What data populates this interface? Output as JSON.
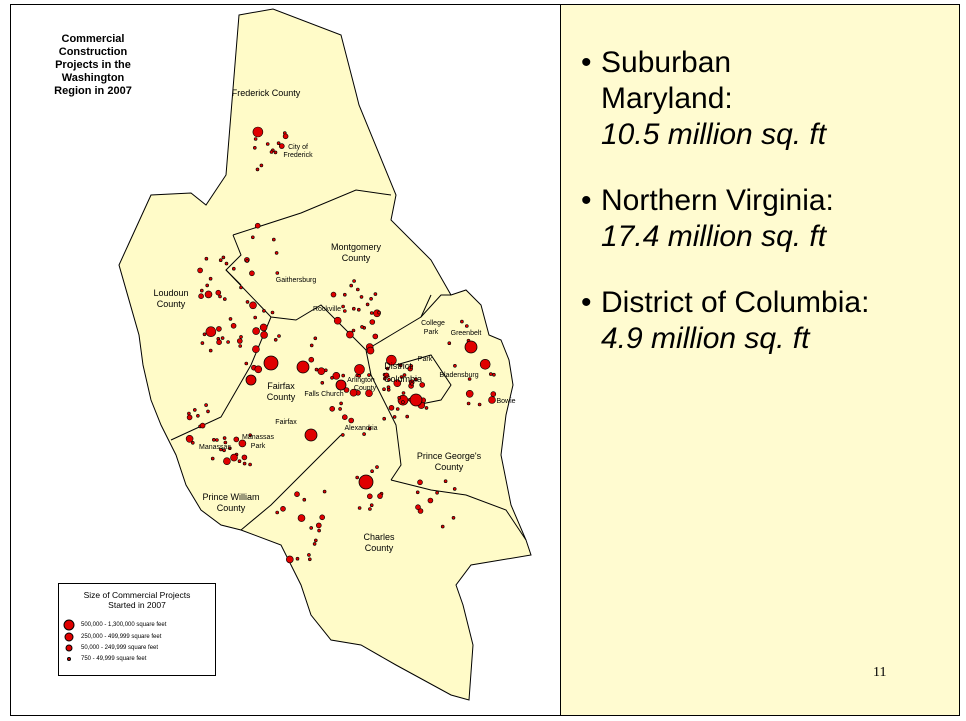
{
  "map": {
    "title_lines": [
      "Commercial",
      "Construction",
      "Projects in the",
      "Washington",
      "Region in 2007"
    ],
    "labels": {
      "frederick_county": "Frederick County",
      "city_of": "City of",
      "frederick": "Frederick",
      "montgomery": "Montgomery",
      "county": "County",
      "gaithersburg": "Gaithersburg",
      "rockville": "Rockville",
      "loudoun": "Loudoun",
      "college": "College",
      "park": "Park",
      "greenbelt": "Greenbelt",
      "bladensburg": "Bladensburg",
      "bowie": "Bowie",
      "fairfax": "Fairfax",
      "falls_church": "Falls Church",
      "arlington": "Arlington",
      "district": "District",
      "columbia": "Columbia",
      "fairfax_city": "Fairfax",
      "alexandria": "Alexandria",
      "manassas": "Manassas",
      "prince_georges": "Prince George's",
      "prince_william": "Prince William",
      "charles": "Charles"
    },
    "legend": {
      "title_lines": [
        "Size of Commercial Projects",
        "Started in 2007"
      ],
      "items": [
        {
          "label": "500,000 - 1,300,000 square feet"
        },
        {
          "label": "250,000 - 499,999 square feet"
        },
        {
          "label": "50,000 - 249,999 square feet"
        },
        {
          "label": "750 - 49,999 square feet"
        }
      ]
    },
    "colors": {
      "land": "#fffbc8",
      "dot": "#e00000",
      "panel": "#fffbd0"
    }
  },
  "bullets": [
    {
      "region": "Suburban",
      "region2": "Maryland:",
      "value": "10.5 million sq. ft"
    },
    {
      "region": "Northern Virginia:",
      "value": "17.4 million sq. ft"
    },
    {
      "region": "District of Columbia:",
      "value": "4.9 million sq. ft"
    }
  ],
  "page_number": "11"
}
